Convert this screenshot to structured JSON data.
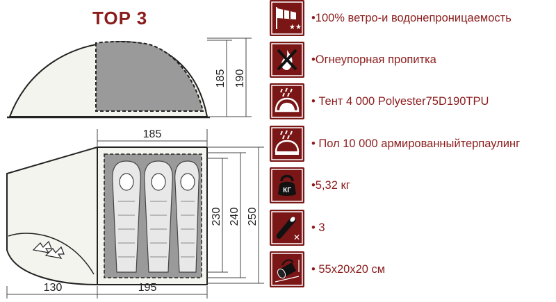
{
  "title": "TOP 3",
  "dimensions": {
    "side_height_inner": "185",
    "side_height_outer": "190",
    "top_length": "185",
    "plan_width_inner": "230",
    "plan_width_mid": "240",
    "plan_width_outer": "250",
    "vestibule_length": "130",
    "inner_length": "195"
  },
  "specs": [
    {
      "icon": "windsock-icon",
      "text": "•100% ветро-и водонепроницаемость"
    },
    {
      "icon": "no-fire-icon",
      "text": "•Огнеупорная пропитка"
    },
    {
      "icon": "rain-tent-icon",
      "text": "• Тент 4 000 Polyester75D190TPU"
    },
    {
      "icon": "rain-floor-icon",
      "text": "• Пол 10 000 армированныйтерпаулинг"
    },
    {
      "icon": "kettlebell-icon",
      "text": "•5,32 кг"
    },
    {
      "icon": "sleeping-bag-icon",
      "text": "• 3"
    },
    {
      "icon": "packed-bag-icon",
      "text": "• 55x20x20 см"
    }
  ],
  "weight_label": "КГ",
  "colors": {
    "accent": "#8b1c1c",
    "icon_bg": "#7a1616",
    "floor_gray": "#9a9a9a",
    "tent_fill": "#f4f4ee"
  }
}
